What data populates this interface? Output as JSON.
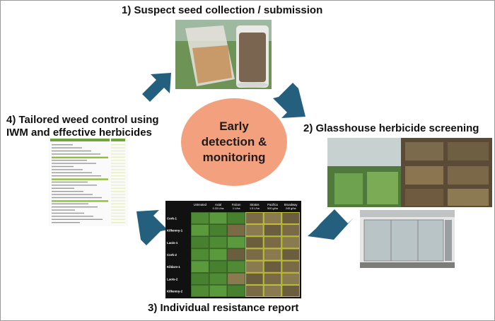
{
  "step1": {
    "label": "1) Suspect seed collection / submission"
  },
  "step2": {
    "label": "2) Glasshouse herbicide screening"
  },
  "step3": {
    "label": "3) Individual resistance report"
  },
  "step4": {
    "label_line1": "4) Tailored weed control using",
    "label_line2": "IWM and effective herbicides"
  },
  "center": {
    "line1": "Early",
    "line2": "detection &",
    "line3": "monitoring"
  },
  "report": {
    "columns": [
      {
        "name": "Untreated",
        "rate": ""
      },
      {
        "name": "Axial",
        "rate": "0.33 L/ha"
      },
      {
        "name": "Falcon",
        "rate": "1 L/ha"
      },
      {
        "name": "Stratos",
        "rate": "1.5 L/ha"
      },
      {
        "name": "Pacifica",
        "rate": "500 g/ha"
      },
      {
        "name": "Broadway",
        "rate": "245 g/ha"
      }
    ],
    "rows": [
      "Cork-1",
      "Kilkenny-1",
      "Laois-1",
      "Cork-2",
      "Kildare-1",
      "Laois-2",
      "Kilkenny-2"
    ]
  },
  "colors": {
    "arrow": "#24607e",
    "hub_fill": "#f3a07e",
    "green_band": "#8fbf3a"
  }
}
